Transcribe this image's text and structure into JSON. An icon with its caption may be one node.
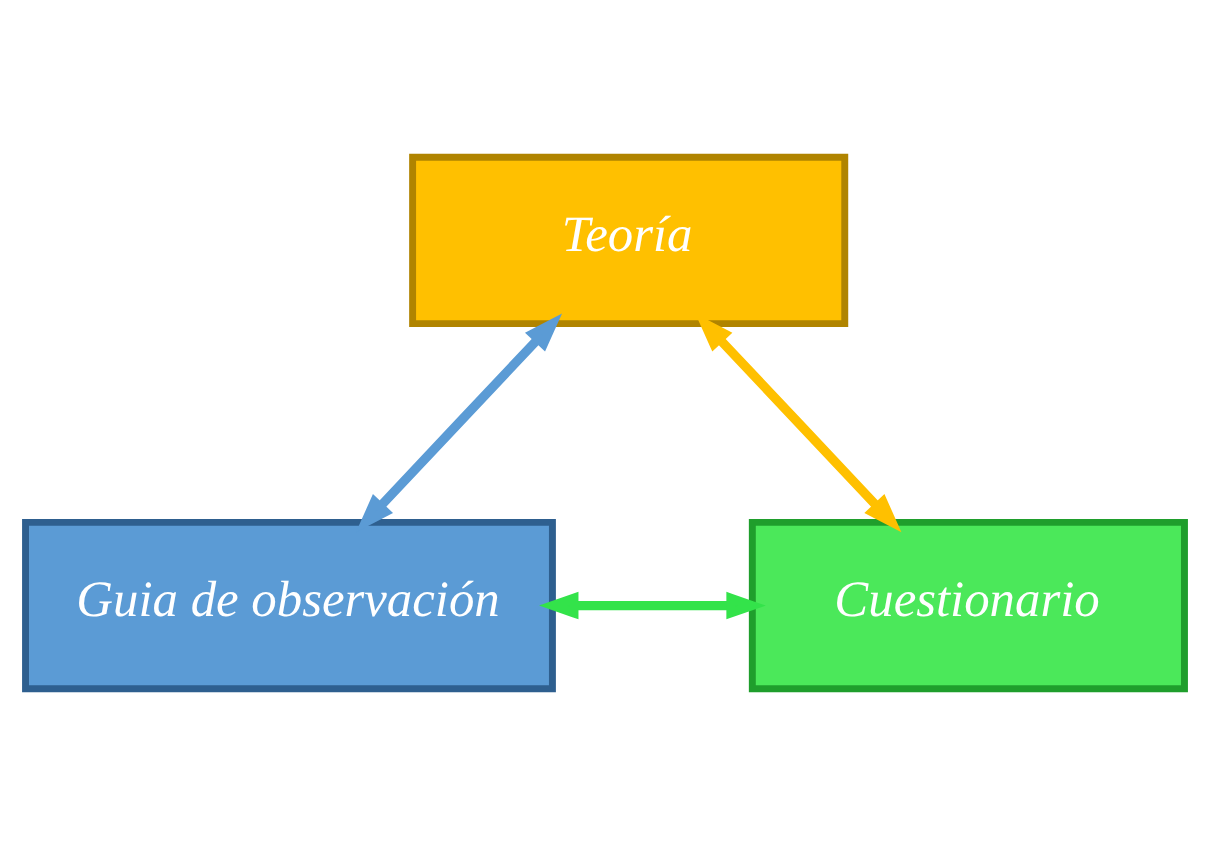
{
  "diagram": {
    "nodes": [
      {
        "text": [
          "Teoría"
        ]
      },
      {
        "text": [
          "Guia de observación"
        ]
      },
      {
        "text": [
          "Cuestionario"
        ]
      }
    ],
    "edges": [
      {
        "from": 0,
        "to": 1,
        "arrow": "both",
        "color": "#5b9bd5"
      },
      {
        "from": 0,
        "to": 2,
        "arrow": "both",
        "color": "#ffc000"
      },
      {
        "from": 1,
        "to": 2,
        "arrow": "both",
        "color": "#33e34a"
      }
    ]
  }
}
